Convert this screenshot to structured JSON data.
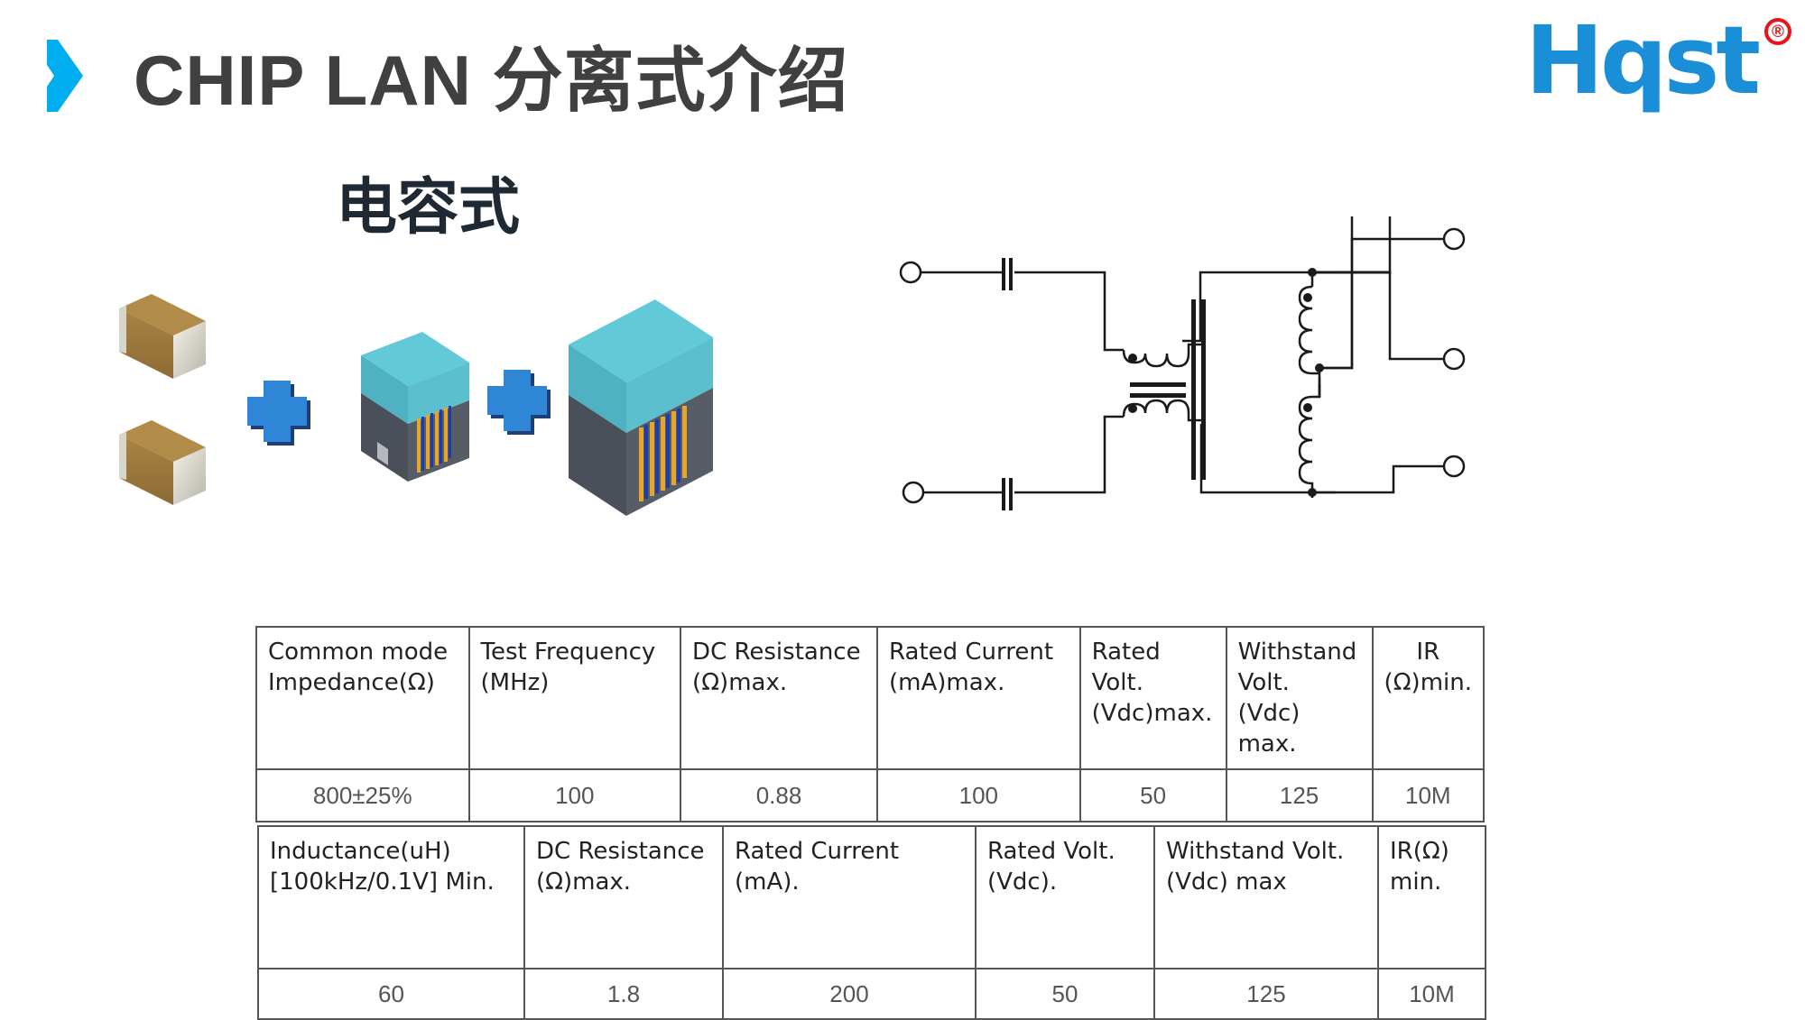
{
  "header": {
    "title": "CHIP LAN 分离式介绍",
    "chevron_icon": "chevron-right-icon",
    "accent_color": "#00aeef"
  },
  "logo": {
    "text": "Hqst",
    "registered_mark": "®",
    "brand_color": "#1a8fd8",
    "mark_color": "#e8141c"
  },
  "section": {
    "subtitle": "电容式"
  },
  "components": {
    "items": [
      "capacitor-chip",
      "capacitor-chip",
      "plus-icon",
      "common-mode-choke",
      "plus-icon",
      "lan-transformer"
    ],
    "colors": {
      "capacitor_body": "#9b7a3e",
      "plus": "#2f86d6",
      "ferrite_top": "#5cc6d6",
      "ferrite_body": "#4d5560",
      "winding_gold": "#e7a52e",
      "winding_blue": "#1b3ea8"
    }
  },
  "table1": {
    "headers": [
      [
        "Common mode",
        "Impedance(Ω)"
      ],
      [
        "Test Frequency",
        "(MHz)"
      ],
      [
        "DC Resistance",
        "(Ω)max."
      ],
      [
        "Rated Current",
        "(mA)max."
      ],
      [
        "Rated",
        "Volt.",
        "(Vdc)max."
      ],
      [
        "Withstand",
        "Volt.",
        "(Vdc) max."
      ],
      [
        "IR",
        "(Ω)min."
      ]
    ],
    "values": [
      "800±25%",
      "100",
      "0.88",
      "100",
      "50",
      "125",
      "10M"
    ]
  },
  "table2": {
    "headers": [
      [
        "Inductance(uH)",
        "[100kHz/0.1V]  Min."
      ],
      [
        "DC Resistance",
        "(Ω)max."
      ],
      [
        "Rated Current",
        "(mA)."
      ],
      [
        "Rated Volt.",
        "(Vdc)."
      ],
      [
        "Withstand Volt.",
        "(Vdc) max"
      ],
      [
        "IR(Ω)",
        "min."
      ]
    ],
    "values": [
      "60",
      "1.8",
      "200",
      "50",
      "125",
      "10M"
    ]
  }
}
